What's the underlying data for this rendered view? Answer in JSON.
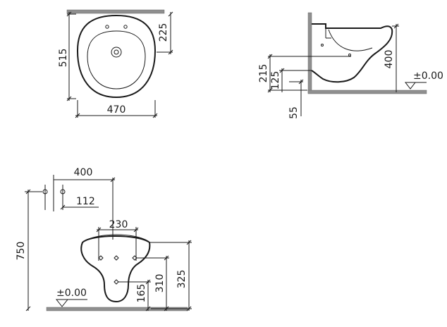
{
  "views": {
    "top": {
      "width": "470",
      "depth": "515",
      "tap_distance": "225"
    },
    "side": {
      "height_400": "400",
      "height_215": "215",
      "height_125": "125",
      "height_55": "55",
      "floor_level": "±0.00"
    },
    "front": {
      "spacing_400": "400",
      "spacing_112": "112",
      "spacing_230": "230",
      "height_750": "750",
      "height_325": "325",
      "height_310": "310",
      "height_165": "165",
      "floor_level": "±0.00"
    }
  },
  "colors": {
    "line": "#1a1a1a",
    "floor_fill": "#8f8f8f"
  }
}
